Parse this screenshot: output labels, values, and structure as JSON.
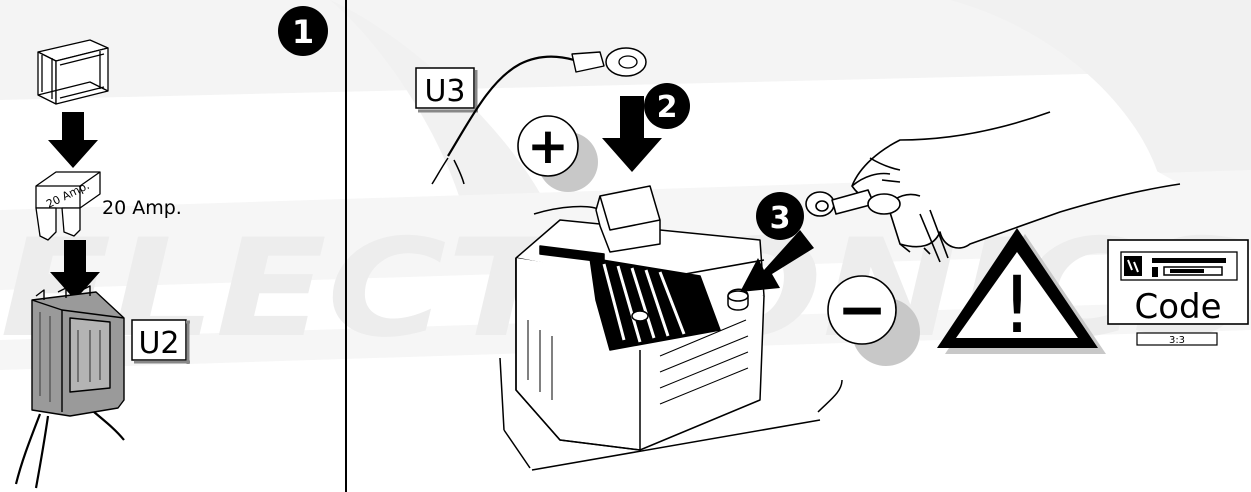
{
  "watermark": {
    "text": "ELECTRONICS"
  },
  "panel_left": {
    "step_number": "1",
    "fuse_label": "20 Amp.",
    "fuse_text": "20 Amp.",
    "connector_label": "U2"
  },
  "panel_right": {
    "cable_label": "U3",
    "step2_number": "2",
    "step3_number": "3",
    "positive_symbol": "+",
    "negative_symbol": "−",
    "warning_symbol": "!",
    "radio_code_label": "Code",
    "radio_code_value": "3:3"
  },
  "icons": [
    "fuse-box-icon",
    "fuse-icon",
    "connector-icon",
    "cable-eyelet-icon",
    "battery-icon",
    "hand-icon",
    "warning-triangle-icon",
    "radio-display-icon",
    "arrow-down-icon"
  ],
  "colors": {
    "ink": "#000000",
    "shadow_grey": "#c8c8c8",
    "watermark_grey": "#eeeeee",
    "connector_grey": "#9a9a9a"
  }
}
